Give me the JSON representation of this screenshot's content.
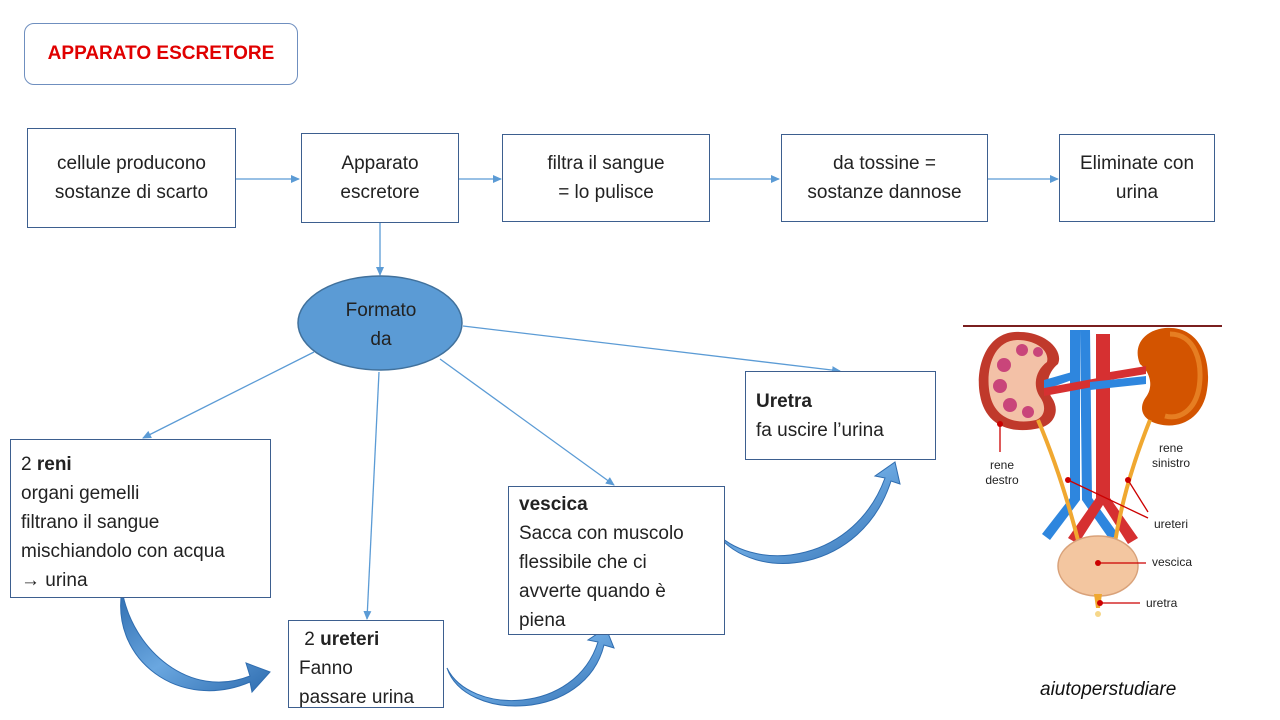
{
  "title": "APPARATO ESCRETORE",
  "flow": {
    "cells": "cellule producono\nsostanze di scarto",
    "apparato": "Apparato\nescretore",
    "filtra": "filtra il sangue\n= lo pulisce",
    "tossine": "da tossine =\nsostanze dannose",
    "eliminate": "Eliminate con\nurina"
  },
  "center": "Formato\nda",
  "organs": {
    "reni": {
      "count": "2",
      "name": "reni",
      "desc": "organi gemelli\nfiltrano il sangue\nmischiandolo con acqua\n→ urina"
    },
    "ureteri": {
      "count": "2",
      "name": "ureteri",
      "desc": "Fanno\npassare urina"
    },
    "vescica": {
      "name": "vescica",
      "desc": "Sacca con muscolo\nflessibile che ci\navverte quando è\npiena"
    },
    "uretra": {
      "name": "Uretra",
      "desc": "fa uscire l’urina"
    }
  },
  "anatomy": {
    "rene_destro": "rene\ndestro",
    "rene_sinistro": "rene\nsinistro",
    "ureteri": "ureteri",
    "vescica": "vescica",
    "uretra": "uretra"
  },
  "watermark": "aiutoperstudiare",
  "colors": {
    "title": "#e00000",
    "box_border": "#3d5f8f",
    "connector": "#5b9bd5",
    "ellipse_fill": "#5b9bd5",
    "curved_arrow": "#3f7fc0"
  }
}
